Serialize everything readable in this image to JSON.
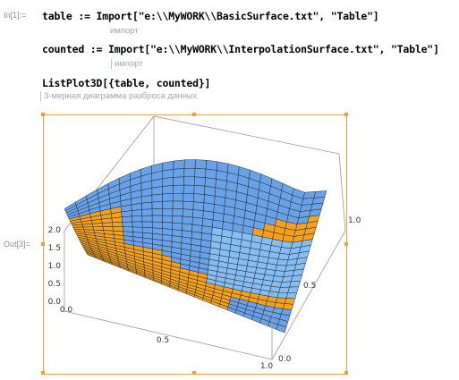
{
  "cells": {
    "in_label": "In[1]:=",
    "out_label": "Out[3]=",
    "line1": {
      "code": "table := Import[\"e:\\\\MyWORK\\\\BasicSurface.txt\", \"Table\"]",
      "hint": "импорт"
    },
    "line2": {
      "code": "counted := Import[\"e:\\\\MyWORK\\\\InterpolationSurface.txt\", \"Table\"]",
      "hint": "импорт"
    },
    "line3": {
      "code": "ListPlot3D[{table, counted}]",
      "hint": "3-мерная диаграмма разброса данных"
    }
  },
  "chart_data": {
    "type": "surface3d",
    "description_visible_axes": true,
    "z_axis": {
      "ticks": [
        "0.0",
        "0.5",
        "1.0",
        "1.5",
        "2.0"
      ],
      "range": [
        0,
        2
      ]
    },
    "x_axis": {
      "ticks": [
        "0.0",
        "0.5",
        "1.0"
      ],
      "range": [
        0,
        1
      ]
    },
    "y_axis": {
      "ticks": [
        "0.0",
        "0.5",
        "1.0"
      ],
      "range": [
        0,
        1
      ]
    },
    "series": [
      {
        "color": "#f7a01e"
      },
      {
        "color": "#6aa2e8"
      }
    ]
  },
  "colors": {
    "frame": "#f39a3d",
    "surface_orange": "#f7a01e",
    "surface_blue": "#6aa2e8",
    "surface_blue_light": "#86bdf2"
  }
}
